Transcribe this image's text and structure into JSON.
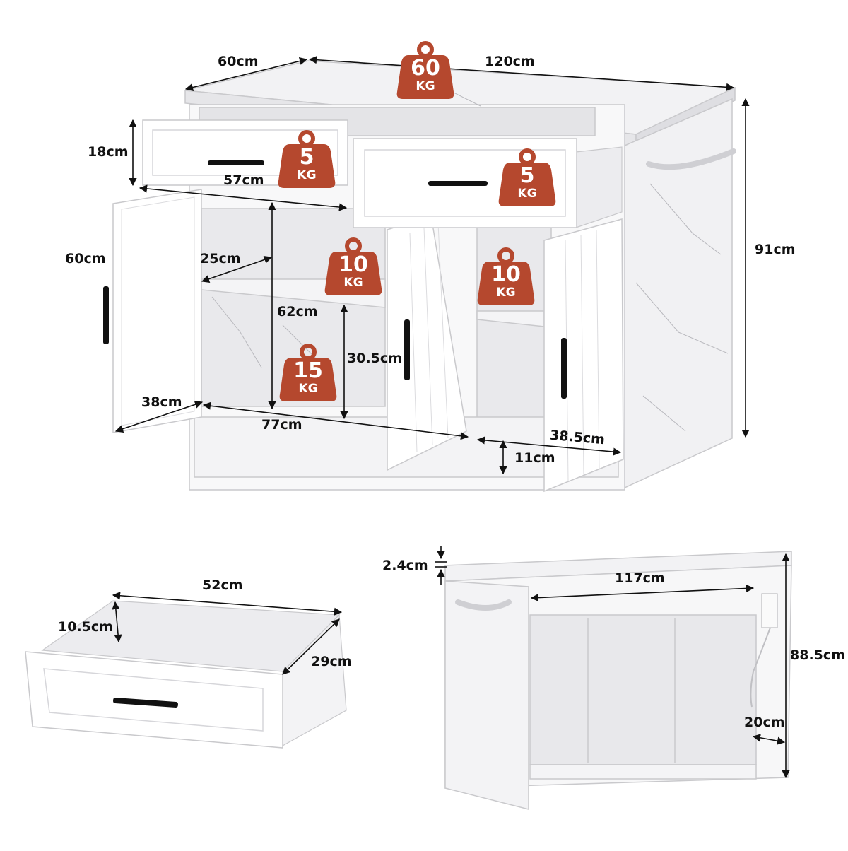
{
  "colors": {
    "weight_badge": "#b5482e",
    "dimension_line": "#111111",
    "cabinet_white": "#ffffff",
    "marble_gray": "#d9d9dc",
    "interior_shade": "#e9e9ec",
    "handle_black": "#111111"
  },
  "icons": [
    "weight-icon",
    "dimension-arrow-icon"
  ],
  "weights": {
    "top": {
      "value": "60",
      "unit": "KG"
    },
    "drawer_left": {
      "value": "5",
      "unit": "KG"
    },
    "drawer_right": {
      "value": "5",
      "unit": "KG"
    },
    "shelf_middle": {
      "value": "10",
      "unit": "KG"
    },
    "shelf_right": {
      "value": "10",
      "unit": "KG"
    },
    "bottom": {
      "value": "15",
      "unit": "KG"
    }
  },
  "dimensions": {
    "top_depth": "60cm",
    "top_width": "120cm",
    "total_height": "91cm",
    "drawer_height": "18cm",
    "drawer_width": "57cm",
    "door_height": "60cm",
    "shelf_depth": "25cm",
    "interior_height": "62cm",
    "shelf_gap": "30.5cm",
    "interior_depth": "38cm",
    "interior_width": "77cm",
    "right_width": "38.5cm",
    "base_height": "11cm",
    "drawer_box_width": "52cm",
    "drawer_box_height": "10.5cm",
    "drawer_box_depth": "29cm",
    "top_thickness": "2.4cm",
    "back_width": "117cm",
    "back_height": "88.5cm",
    "cable_offset": "20cm"
  }
}
